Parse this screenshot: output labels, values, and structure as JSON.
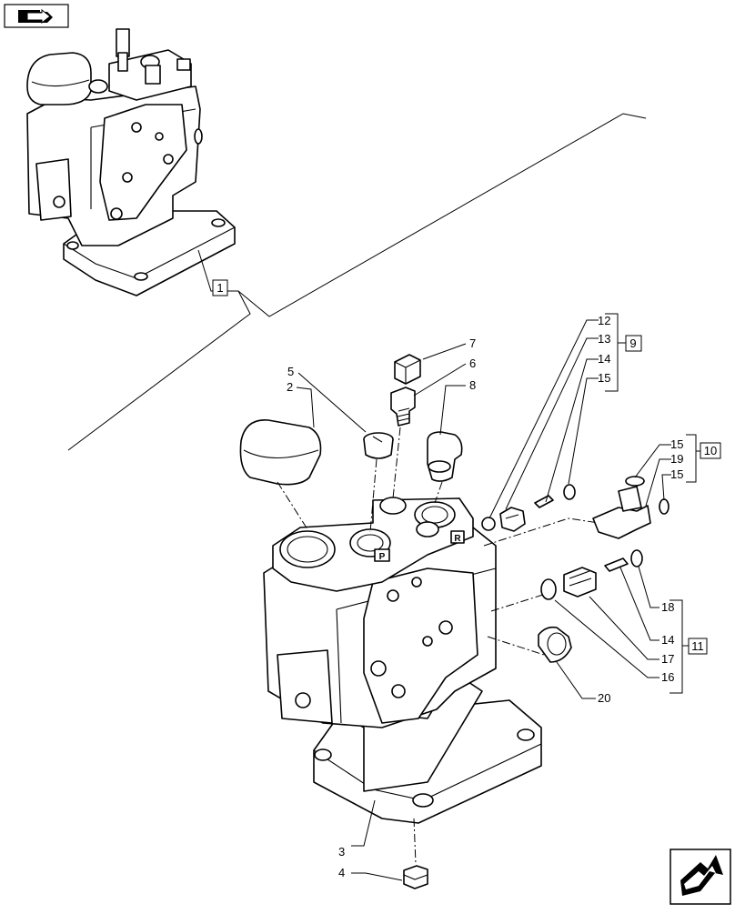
{
  "nav": {
    "back_icon": "folder-arrow-icon",
    "next_icon": "next-page-arrow-icon"
  },
  "callouts": {
    "c1": "1",
    "c2": "2",
    "c3": "3",
    "c4": "4",
    "c5": "5",
    "c6": "6",
    "c7": "7",
    "c8": "8",
    "c9": "9",
    "c10": "10",
    "c11": "11",
    "c12": "12",
    "c13": "13",
    "c14a": "14",
    "c15a": "15",
    "c15b": "15",
    "c19": "19",
    "c15c": "15",
    "c18": "18",
    "c14b": "14",
    "c17": "17",
    "c16": "16",
    "c20": "20"
  },
  "valve_marks": {
    "port_p": "P",
    "port_r": "R"
  }
}
